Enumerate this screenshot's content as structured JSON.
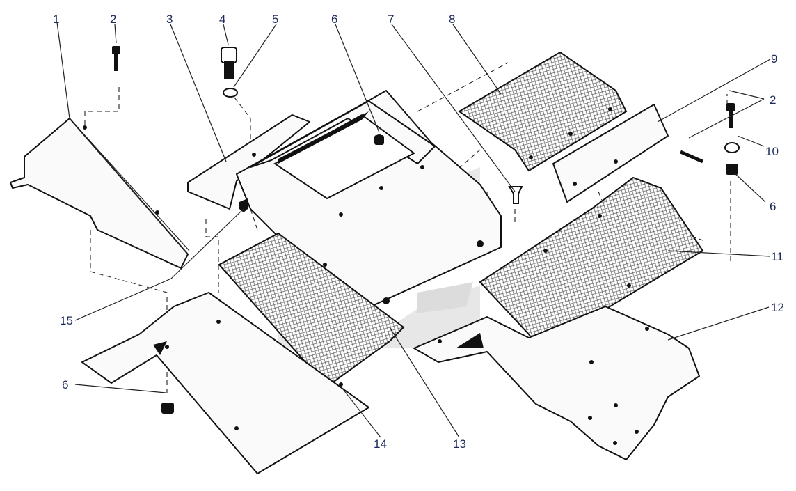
{
  "diagram": {
    "callouts": [
      {
        "id": "1",
        "text": "1"
      },
      {
        "id": "2a",
        "text": "2"
      },
      {
        "id": "3",
        "text": "3"
      },
      {
        "id": "4",
        "text": "4"
      },
      {
        "id": "5",
        "text": "5"
      },
      {
        "id": "6a",
        "text": "6"
      },
      {
        "id": "7",
        "text": "7"
      },
      {
        "id": "8",
        "text": "8"
      },
      {
        "id": "9",
        "text": "9"
      },
      {
        "id": "2b",
        "text": "2"
      },
      {
        "id": "10",
        "text": "10"
      },
      {
        "id": "6b",
        "text": "6"
      },
      {
        "id": "11",
        "text": "11"
      },
      {
        "id": "12",
        "text": "12"
      },
      {
        "id": "13",
        "text": "13"
      },
      {
        "id": "14",
        "text": "14"
      },
      {
        "id": "15",
        "text": "15"
      },
      {
        "id": "6c",
        "text": "6"
      }
    ],
    "watermark": "logo"
  }
}
